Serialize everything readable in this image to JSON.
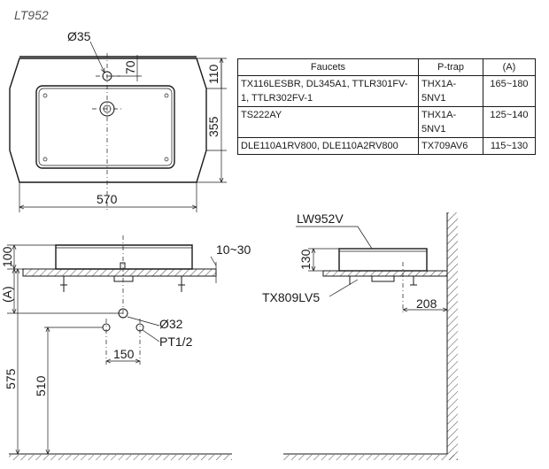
{
  "model_code": "LT952",
  "top_view": {
    "hole_dia": "Ø35",
    "dim_70": "70",
    "dim_110": "110",
    "dim_355": "355",
    "width": "570"
  },
  "table": {
    "headers": [
      "Faucets",
      "P-trap",
      "(A)"
    ],
    "rows": [
      {
        "faucets": "TX116LESBR, DL345A1, TTLR301FV-1, TTLR302FV-1",
        "ptrap": "THX1A-5NV1",
        "a": "165~180"
      },
      {
        "faucets": "TS222AY",
        "ptrap": "THX1A-5NV1",
        "a": "125~140"
      },
      {
        "faucets": "DLE110A1RV800, DLE110A2RV800",
        "ptrap": "TX709AV6",
        "a": "115~130"
      }
    ]
  },
  "front_view": {
    "dim_100": "100",
    "dim_10_30": "10~30",
    "dim_a": "(A)",
    "drain_dia": "Ø32",
    "supply": "PT1/2",
    "dim_150": "150",
    "dim_575": "575",
    "dim_510": "510"
  },
  "side_view": {
    "basin_model": "LW952V",
    "dim_130": "130",
    "trap_model": "TX809LV5",
    "dim_208": "208"
  }
}
